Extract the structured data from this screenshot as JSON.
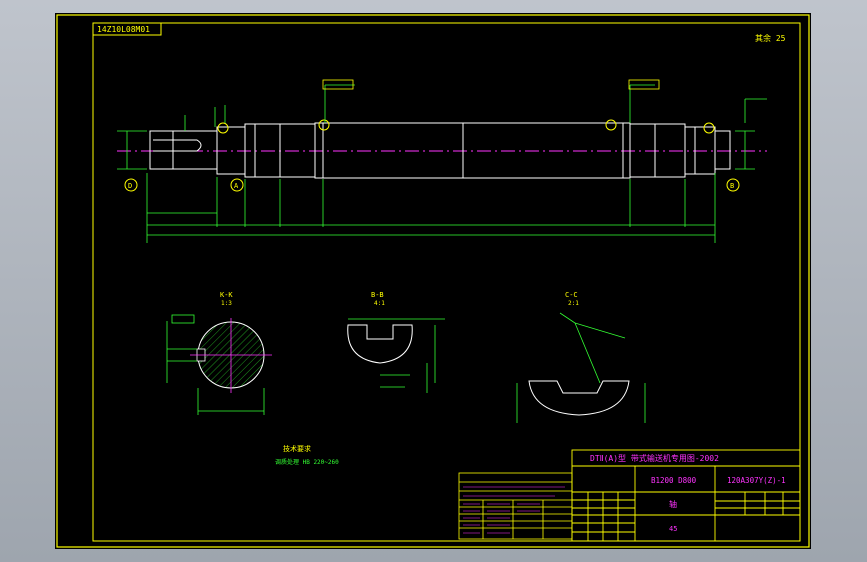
{
  "drawing": {
    "code_stamp": "14Z10L08M01",
    "roughness_note": "其余 25",
    "section_kk": {
      "title": "K-K",
      "scale": "1:3"
    },
    "section_left": {
      "title": "B-B",
      "scale": "4:1"
    },
    "section_right": {
      "title": "C-C",
      "scale": "2:1"
    },
    "tech_req_title": "技术要求",
    "tech_req_text": "调质处理 HB 220~260",
    "title_block": {
      "project": "DTⅡ(A)型  带式输送机专用图-2002",
      "spec": "B1200 D800",
      "drawing_no": "120A307Y(Z)-1",
      "part_name": "轴",
      "material": "45"
    }
  },
  "colors": {
    "frame": "#ffff00",
    "outline": "#ffffff",
    "dimension": "#33ff33",
    "centerline": "#ff33ff",
    "desktop": "#aab0b8"
  }
}
